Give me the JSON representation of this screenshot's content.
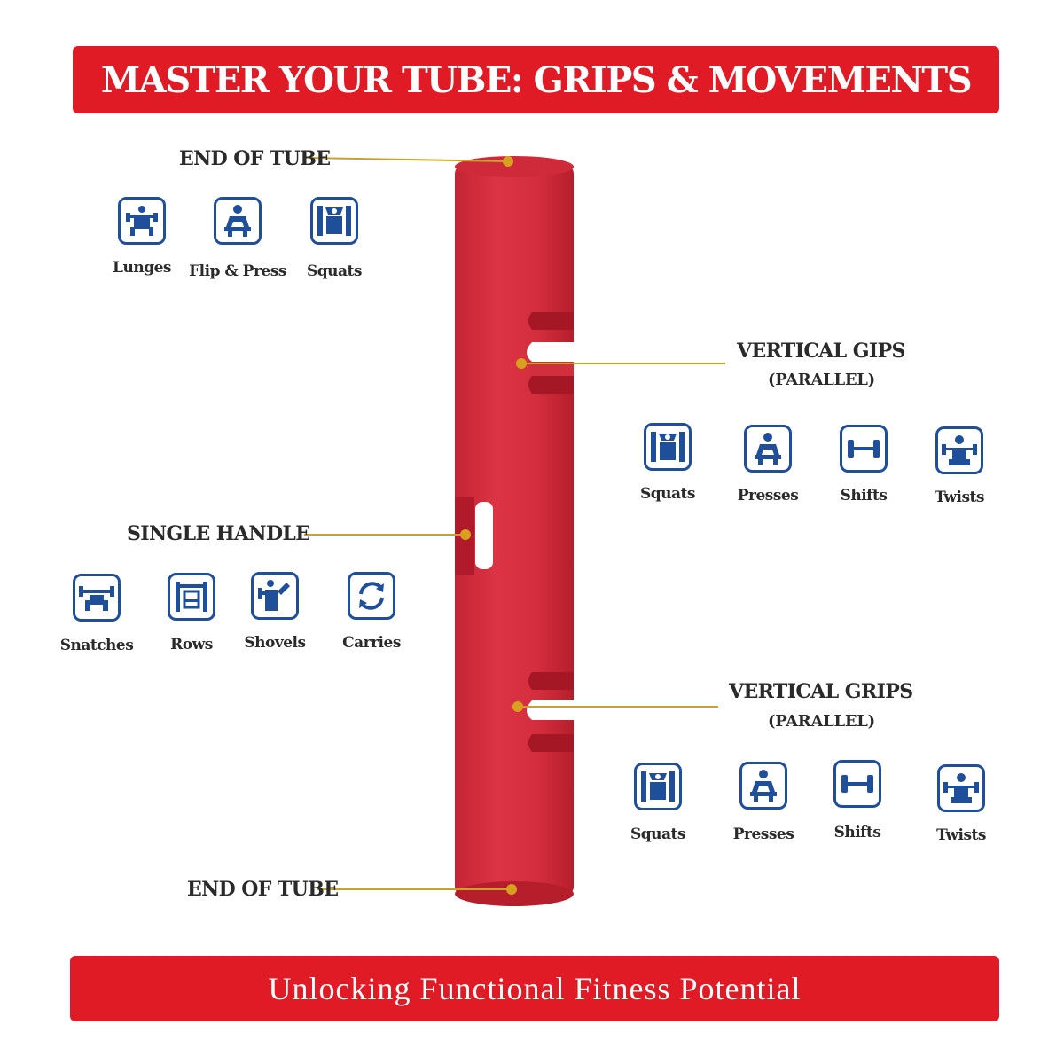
{
  "title": "MASTER YOUR TUBE: GRIPS & MOVEMENTS",
  "footer": "Unlocking Functional Fitness Potential",
  "colors": {
    "banner": "#e01b26",
    "tube": "#d63040",
    "tube_dark": "#b8202f",
    "leader": "#c9a227",
    "icon_blue": "#1f4e9a"
  },
  "sections": {
    "top_end": {
      "label": "END OF TUBE",
      "movements": [
        {
          "name": "Lunges",
          "icon": "lunges-icon"
        },
        {
          "name": "Flip & Press",
          "icon": "flip-press-icon"
        },
        {
          "name": "Squats",
          "icon": "squats-icon"
        }
      ]
    },
    "upper_grips": {
      "label": "VERTICAL GIPS",
      "sublabel": "(PARALLEL)",
      "movements": [
        {
          "name": "Squats",
          "icon": "squats-icon"
        },
        {
          "name": "Presses",
          "icon": "presses-icon"
        },
        {
          "name": "Shifts",
          "icon": "shifts-icon"
        },
        {
          "name": "Twists",
          "icon": "twists-icon"
        }
      ]
    },
    "single_handle": {
      "label": "SINGLE HANDLE",
      "movements": [
        {
          "name": "Snatches",
          "icon": "snatches-icon"
        },
        {
          "name": "Rows",
          "icon": "rows-icon"
        },
        {
          "name": "Shovels",
          "icon": "shovels-icon"
        },
        {
          "name": "Carries",
          "icon": "carries-icon"
        }
      ]
    },
    "lower_grips": {
      "label": "VERTICAL GRIPS",
      "sublabel": "(PARALLEL)",
      "movements": [
        {
          "name": "Squats",
          "icon": "squats-icon"
        },
        {
          "name": "Presses",
          "icon": "presses-icon"
        },
        {
          "name": "Shifts",
          "icon": "shifts-icon"
        },
        {
          "name": "Twists",
          "icon": "twists-icon"
        }
      ]
    },
    "bottom_end": {
      "label": "END OF TUBE"
    }
  }
}
